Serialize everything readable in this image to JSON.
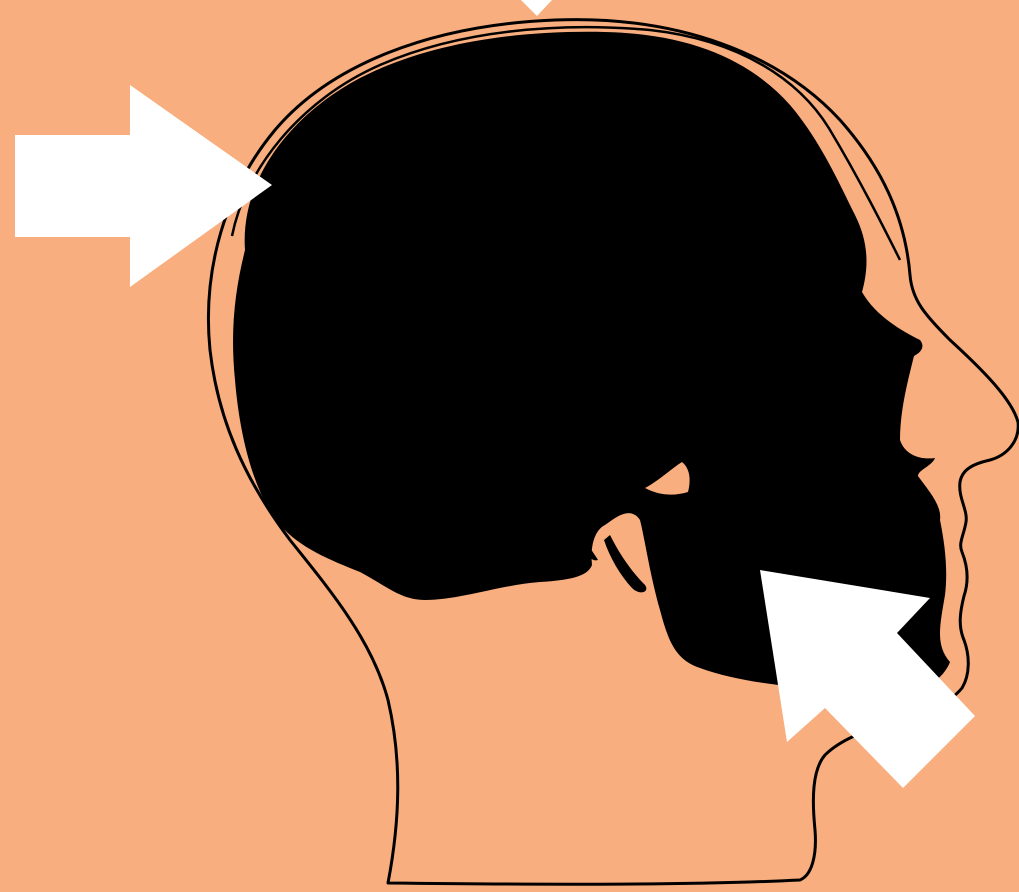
{
  "colors": {
    "background": "#F8AE7E",
    "skull": "#000000",
    "head_outline": "#000000",
    "arrows": "#FFFFFF"
  },
  "illustration": {
    "subject": "head-profile-with-skull",
    "arrows": [
      {
        "name": "arrow-top-icon",
        "direction": "down"
      },
      {
        "name": "arrow-left-icon",
        "direction": "right"
      },
      {
        "name": "arrow-jaw-icon",
        "direction": "up-left"
      }
    ]
  }
}
